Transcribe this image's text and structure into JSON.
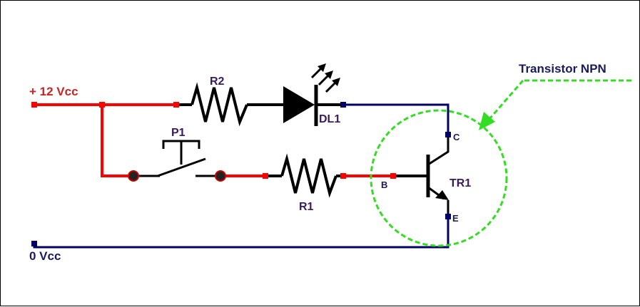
{
  "labels": {
    "vcc_plus": "+ 12 Vcc",
    "vcc_zero": "0 Vcc",
    "r2": "R2",
    "r1": "R1",
    "dl1": "DL1",
    "p1": "P1",
    "tr1": "TR1",
    "base": "B",
    "collector": "C",
    "emitter": "E",
    "callout": "Transistor NPN"
  },
  "colors": {
    "positive_wire": "#ff0000",
    "negative_wire": "#000066",
    "component": "#000000",
    "label_red": "#cc2222",
    "label_navy": "#1a1a5e",
    "label_purple": "#3a1a5a",
    "highlight": "#33dd22"
  }
}
